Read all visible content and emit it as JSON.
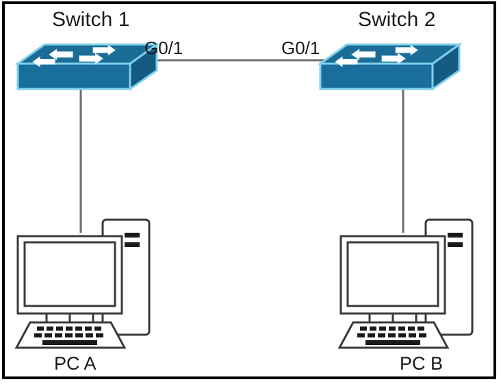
{
  "diagram": {
    "type": "network-topology",
    "background_color": "#ffffff",
    "border_color": "#000000",
    "link_color": "#6b6b6b",
    "switch_colors": {
      "top_face": "#1b6c96",
      "front_face": "#1a6e9e",
      "side_face": "#155a80",
      "edge_highlight": "#7fd0ea",
      "arrow": "#ffffff"
    },
    "pc_colors": {
      "outline": "#3a3a3a",
      "fill": "#ffffff",
      "key": "#1a1a1a"
    },
    "nodes": [
      {
        "id": "switch1",
        "label": "Switch 1",
        "kind": "switch"
      },
      {
        "id": "switch2",
        "label": "Switch 2",
        "kind": "switch"
      },
      {
        "id": "pca",
        "label": "PC A",
        "kind": "pc"
      },
      {
        "id": "pcb",
        "label": "PC B",
        "kind": "pc"
      }
    ],
    "links": [
      {
        "id": "trunk",
        "from": "switch1",
        "to": "switch2",
        "from_port": "G0/1",
        "to_port": "G0/1",
        "orientation": "horizontal"
      },
      {
        "id": "sw1-pca",
        "from": "switch1",
        "to": "pca",
        "orientation": "vertical"
      },
      {
        "id": "sw2-pcb",
        "from": "switch2",
        "to": "pcb",
        "orientation": "vertical"
      }
    ],
    "labels": {
      "switch1": "Switch 1",
      "switch2": "Switch 2",
      "port_left": "G0/1",
      "port_right": "G0/1",
      "pc_a": "PC A",
      "pc_b": "PC B"
    }
  }
}
